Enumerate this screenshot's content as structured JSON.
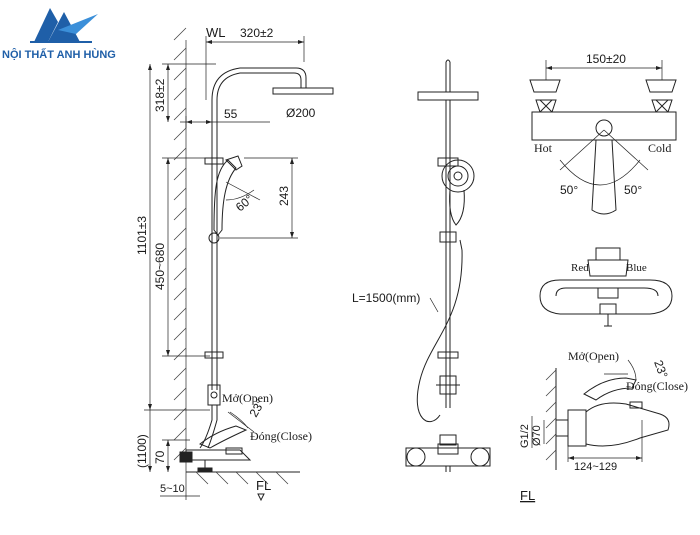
{
  "brand": {
    "name": "NỘI THẤT ANH HÙNG",
    "color": "#1f5fa8",
    "accent": "#3b8fd9"
  },
  "side_view": {
    "wall_label": "WL",
    "floor_label": "FL",
    "arm_length": "320±2",
    "head_drop": "318±2",
    "head_offset": "55",
    "head_diameter": "Ø200",
    "total_height": "1101±3",
    "handshower_drop": "243",
    "handshower_angle": "60°",
    "slide_range": "450~680",
    "mixer_height": "(1100)",
    "outlet_gap": "70",
    "wall_gap": "5~10",
    "open_label": "Mở(Open)",
    "close_label": "Đóng(Close)",
    "lever_angle": "23°"
  },
  "front_view": {
    "hose_length": "L=1500(mm)",
    "floor_label": "FL"
  },
  "top_view": {
    "centers": "150±20",
    "hot": "Hot",
    "cold": "Cold",
    "angle_left": "50°",
    "angle_right": "50°"
  },
  "mid_view": {
    "red": "Red",
    "blue": "Blue"
  },
  "detail_view": {
    "open_label": "Mở(Open)",
    "close_label": "Đóng(Close)",
    "angle": "23°",
    "diameter": "Ø70",
    "thread": "G1/2",
    "projection": "124~129"
  }
}
